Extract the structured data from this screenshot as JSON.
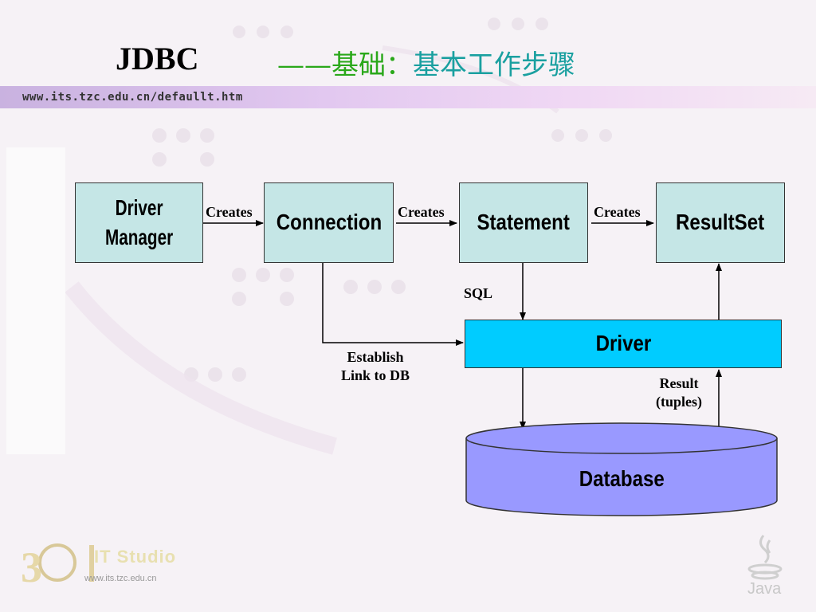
{
  "header": {
    "title": "JDBC",
    "subtitle_dash": "——",
    "subtitle_green": "基础：",
    "subtitle_teal": "基本工作步骤"
  },
  "url_bar": {
    "text": "www.its.tzc.edu.cn/defaullt.htm"
  },
  "diagram": {
    "boxes": {
      "driver_manager": "Driver\nManager",
      "connection": "Connection",
      "statement": "Statement",
      "resultset": "ResultSet",
      "driver": "Driver",
      "database": "Database"
    },
    "labels": {
      "creates_1": "Creates",
      "creates_2": "Creates",
      "creates_3": "Creates",
      "sql": "SQL",
      "establish": "Establish\nLink to DB",
      "result": "Result\n(tuples)"
    }
  },
  "footer": {
    "logo_text": "IT Studio",
    "logo_url": "www.its.tzc.edu.cn",
    "java_text": "Java"
  },
  "colors": {
    "box_fill": "#c5e6e6",
    "driver_fill": "#00ccff",
    "database_fill": "#9999ff",
    "subtitle_green": "#2aa81a",
    "subtitle_teal": "#1aa0a0"
  }
}
